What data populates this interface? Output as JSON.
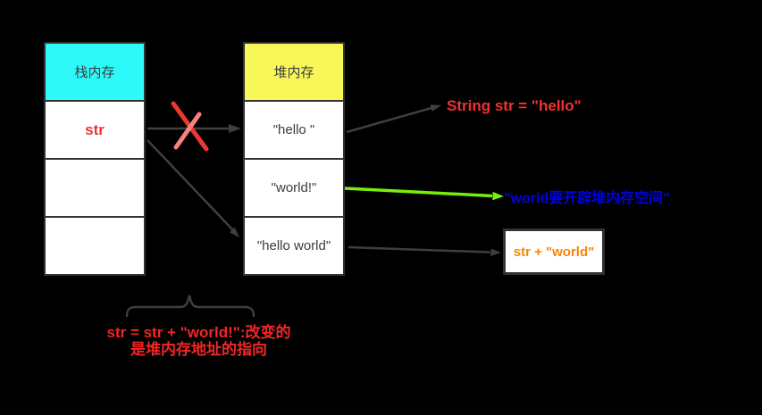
{
  "diagram": {
    "stack": {
      "header": "栈内存",
      "cells": [
        "str",
        "",
        ""
      ]
    },
    "heap": {
      "header": "堆内存",
      "cells": [
        "\"hello \"",
        "\"world!\"",
        "\"hello world\""
      ]
    },
    "annotations": {
      "string_decl": "String str = \"hello\"",
      "world_note": "\"world要开辟堆内存空间\"",
      "result_box": "str + \"world\"",
      "brace_note_line1": "str = str + \"world!\":改变的",
      "brace_note_line2": "是堆内存地址的指向"
    },
    "colors": {
      "background": "#000000",
      "stack_header_bg": "#2ef9f9",
      "heap_header_bg": "#f7f75a",
      "cell_border": "#333333",
      "arrow": "#3f3f3f",
      "green_arrow": "#76ef0c",
      "red_text": "#f43131",
      "blue_text": "#0000e8",
      "orange_text": "#f8860b",
      "x_stroke_dark": "#ed3832",
      "x_stroke_light": "#f8837b"
    }
  }
}
